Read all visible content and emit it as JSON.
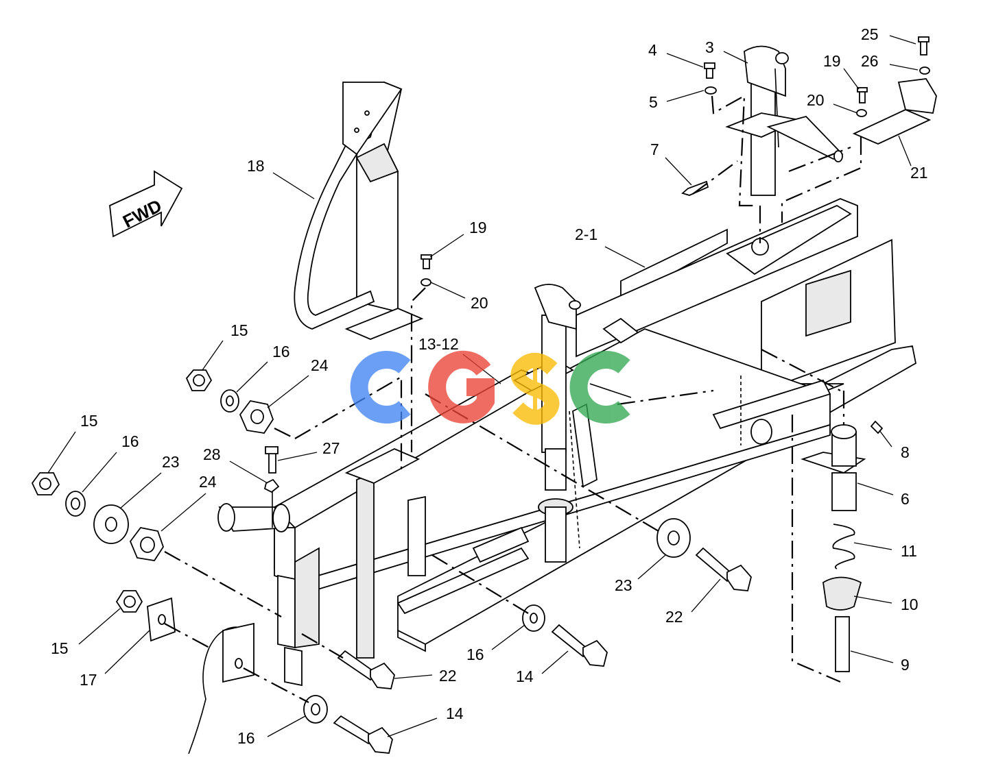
{
  "direction_arrow": {
    "label": "FWD"
  },
  "callouts": [
    "25",
    "4",
    "3",
    "26",
    "19",
    "5",
    "20",
    "7",
    "21",
    "18",
    "19",
    "2-1",
    "20",
    "13-12",
    "15",
    "16",
    "24",
    "15",
    "16",
    "23",
    "27",
    "28",
    "24",
    "8",
    "6",
    "11",
    "23",
    "10",
    "22",
    "15",
    "17",
    "16",
    "22",
    "14",
    "9",
    "16",
    "14"
  ],
  "watermark": {
    "text": "CGSC",
    "colors": [
      "#4285f4",
      "#ea4335",
      "#fbbc05",
      "#34a853"
    ]
  }
}
